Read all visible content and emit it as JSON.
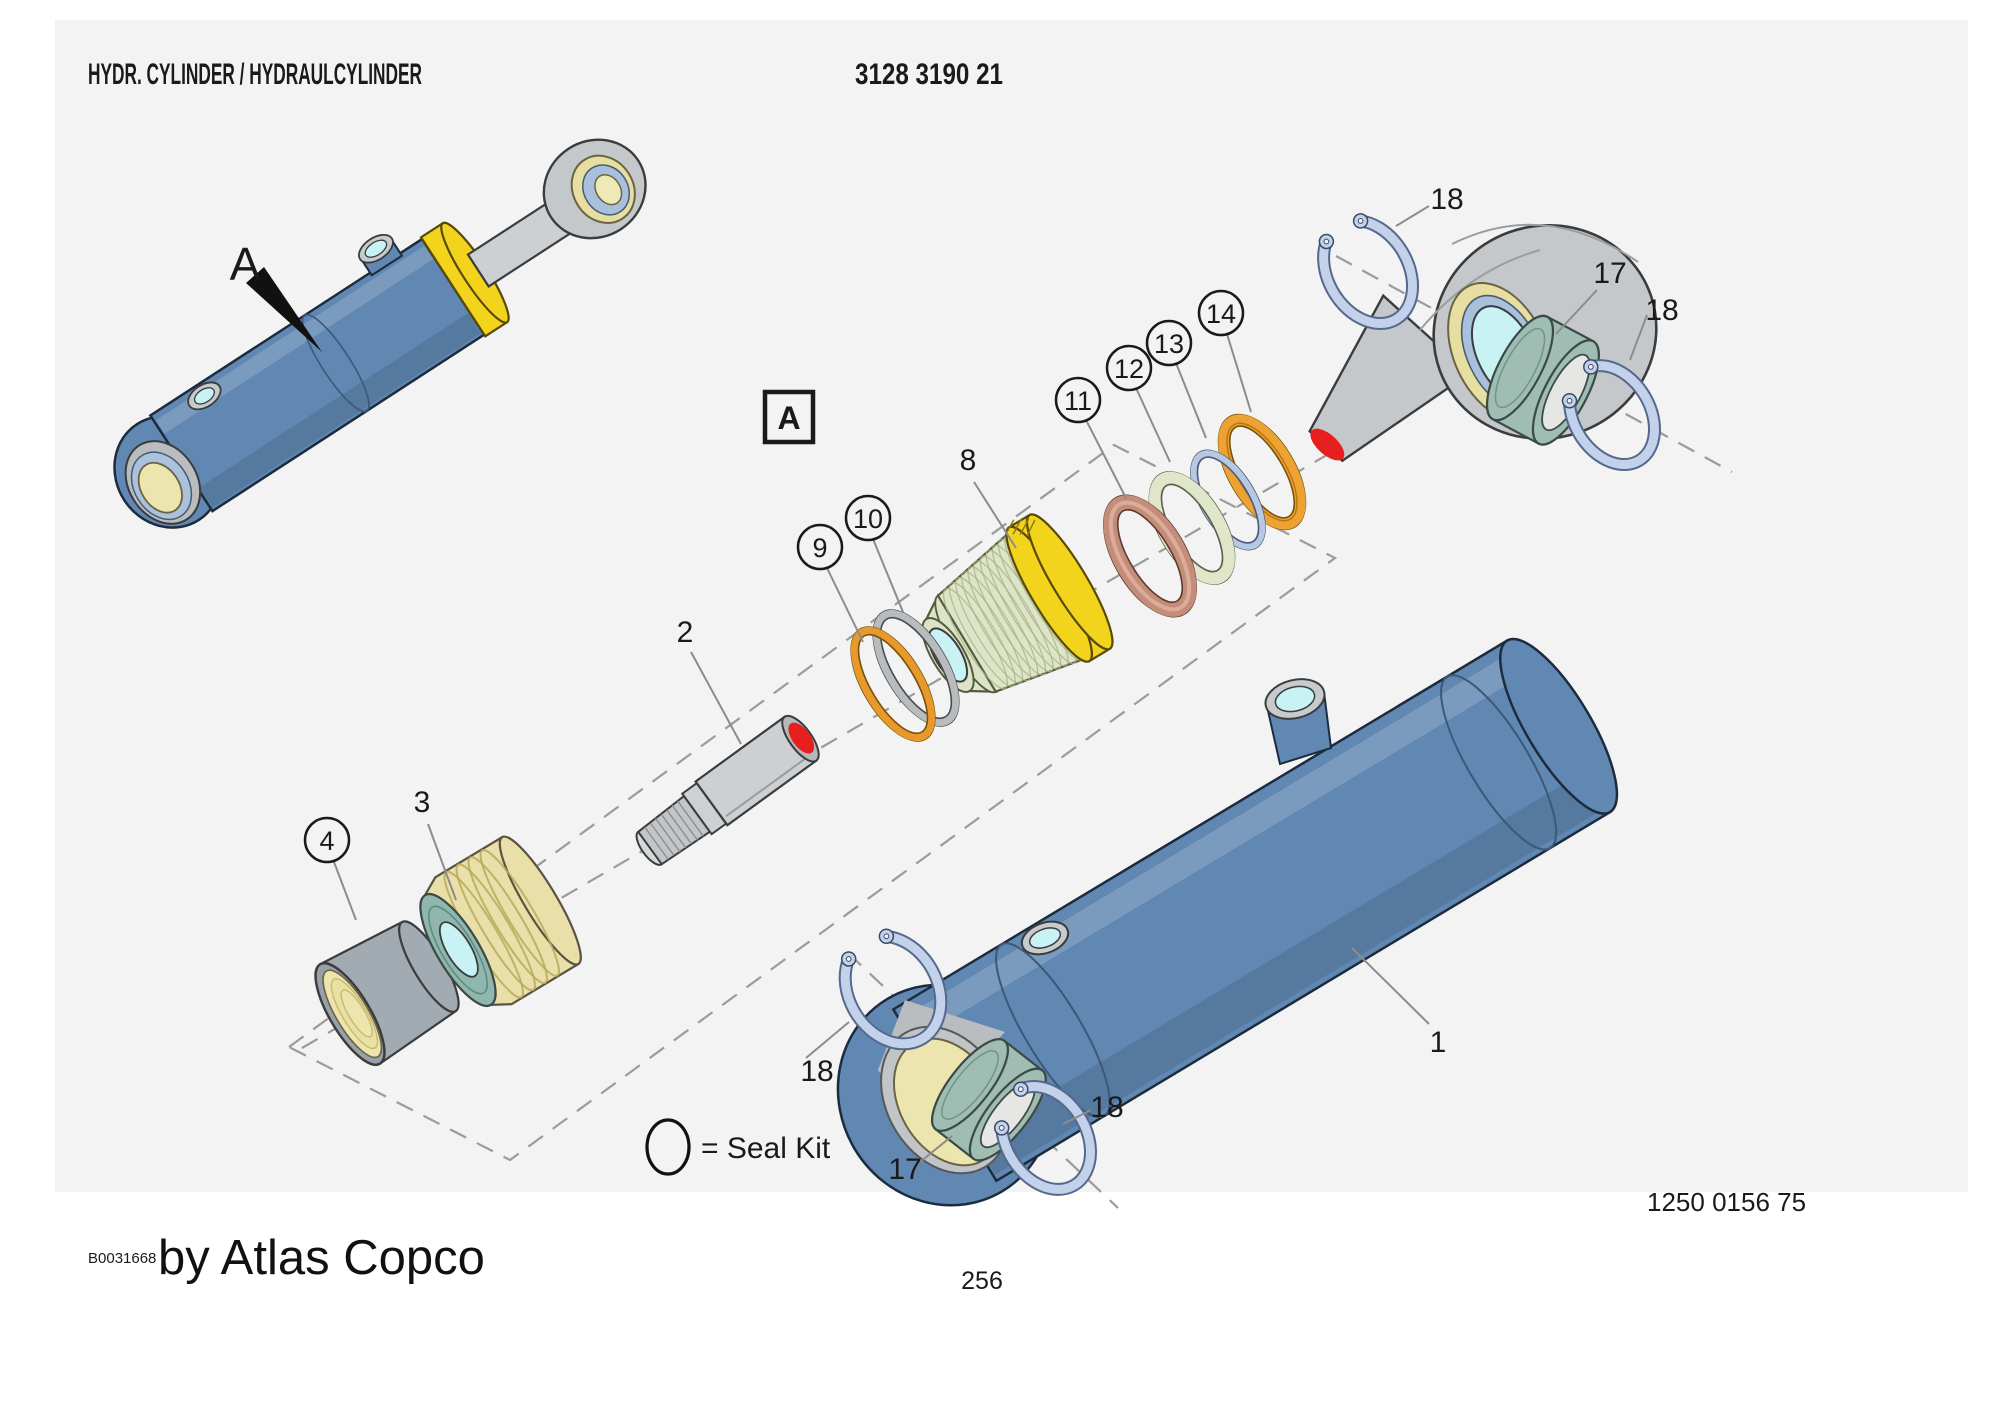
{
  "header": {
    "title": "HYDR. CYLINDER / HYDRAULCYLINDER",
    "document_number": "3128 3190 21"
  },
  "view": {
    "arrow_label": "A",
    "detail_box_label": "A"
  },
  "labels": {
    "n1": "1",
    "n2": "2",
    "n3": "3",
    "n4": "4",
    "n8": "8",
    "n9": "9",
    "n10": "10",
    "n11": "11",
    "n12": "12",
    "n13": "13",
    "n14": "14",
    "n17": "17",
    "n18": "18"
  },
  "legend": {
    "seal_kit_label": "= Seal Kit"
  },
  "footer": {
    "image_code": "B0031668",
    "brand_text": "by Atlas Copco",
    "page_number": "256",
    "drawing_number": "1250 0156 75"
  },
  "colors": {
    "cylinder_blue": "#6188b2",
    "collar_yellow": "#f3d41d",
    "bore_pale_yellow": "#ece5ad",
    "port_cyan": "#c9f2f5",
    "head_pale_green": "#dde4c8",
    "seal_copper": "#c48d7a",
    "seal_orange": "#e8992c",
    "seal_gray": "#b9bcbe",
    "snap_ring_blue": "#c3d2ea",
    "bushing_teal": "#9fbdb3",
    "piston_tan": "#e9dfa8",
    "rod_gray": "#cdd0d2",
    "marker_red": "#e81f1f",
    "scan_background": "#f2f3f2"
  }
}
